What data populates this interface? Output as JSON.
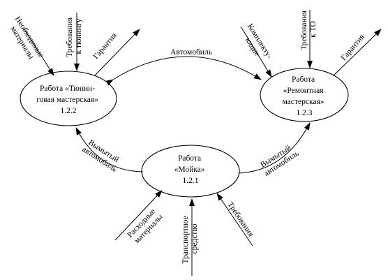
{
  "nodes": {
    "tuning": {
      "lines": [
        "Работа «Тюнин-",
        "говая мастерская»",
        "1.2.2"
      ]
    },
    "repair": {
      "lines": [
        "Работа",
        "«Ремонтная",
        "мастерская»",
        "1.2.3"
      ]
    },
    "wash": {
      "lines": [
        "Работа",
        "«Мойка»",
        "1.2.1"
      ]
    }
  },
  "flows": {
    "car": {
      "lines": [
        "Автомобиль"
      ]
    },
    "washed_car_left": {
      "lines": [
        "Вымытый",
        "автомобиль"
      ]
    },
    "washed_car_right": {
      "lines": [
        "Вымытый",
        "автомобиль"
      ]
    },
    "materials_tuning": {
      "lines": [
        "Необходимые",
        "материалы"
      ]
    },
    "req_tuning": {
      "lines": [
        "Требования",
        "к тюнингу"
      ]
    },
    "warranty_tuning": {
      "lines": [
        "Гарантия"
      ]
    },
    "components_repair": {
      "lines": [
        "Комплекту-",
        "ющие"
      ]
    },
    "req_service": {
      "lines": [
        "Требования",
        "к ТО"
      ]
    },
    "warranty_repair": {
      "lines": [
        "Гарантия"
      ]
    },
    "consumables": {
      "lines": [
        "Расходные",
        "материалы"
      ]
    },
    "transport": {
      "lines": [
        "Транспортное",
        "средство"
      ]
    },
    "requirements_wash": {
      "lines": [
        "Требования"
      ]
    }
  }
}
